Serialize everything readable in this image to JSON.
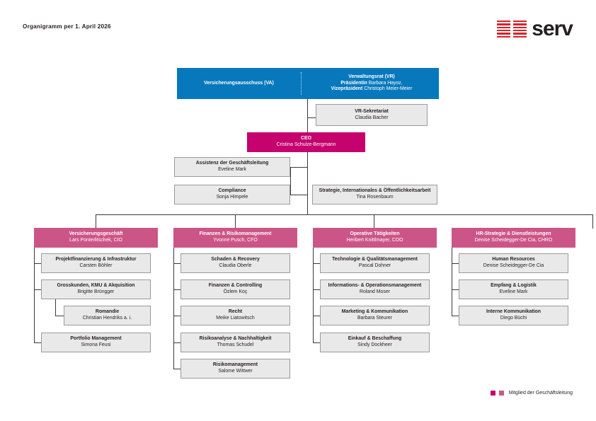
{
  "header": {
    "title": "Organigramm per 1. April 2026",
    "logo_word": "serv",
    "logo_icon": "serv-striped-mark"
  },
  "colors": {
    "blue": "#0878bd",
    "ceo_magenta": "#c6026e",
    "dept_pink": "#cc5588",
    "grey_box": "#e9e9e9",
    "logo_red": "#d8232a",
    "line": "#3a3a3a"
  },
  "board": {
    "committee": {
      "title": "Versicherungsausschuss (VA)"
    },
    "council": {
      "title": "Verwaltungsrat (VR)",
      "president_role": "Präsidentin",
      "president_name": "Barbara Hayoz,",
      "vice_role": "Vizepräsident",
      "vice_name": "Christoph Meier-Meier"
    },
    "secretariat": {
      "title": "VR-Sekretariat",
      "person": "Claudia Bacher"
    }
  },
  "ceo": {
    "title": "CEO",
    "person": "Cristina Schulze-Bergmann"
  },
  "staff": [
    {
      "title": "Assistenz der Geschäftsleitung",
      "person": "Eveline Mark"
    },
    {
      "title": "Compliance",
      "person": "Sonja Himpele"
    },
    {
      "title": "Strategie, Internationales & Öffentlichkeitsarbeit",
      "person": "Tina Rosenbaum"
    }
  ],
  "departments": [
    {
      "title": "Versicherungsgeschäft",
      "person": "Lars Ponterlitschek, CIO",
      "units": [
        {
          "title": "Projektfinanzierung & Infrastruktur",
          "person": "Carsten Böhler"
        },
        {
          "title": "Grosskunden, KMU & Akquisition",
          "person": "Brigitte Brüngger"
        },
        {
          "title": "Romandie",
          "person": "Christian Hendriks a. i."
        },
        {
          "title": "Portfolio Management",
          "person": "Simona Feusi"
        }
      ]
    },
    {
      "title": "Finanzen & Risikomanagement",
      "person": "Yvonne Pusch, CFO",
      "units": [
        {
          "title": "Schaden & Recovery",
          "person": "Claudia Oberle"
        },
        {
          "title": "Finanzen & Controlling",
          "person": "Özlem Koç"
        },
        {
          "title": "Recht",
          "person": "Meike Liatowitsch"
        },
        {
          "title": "Risikoanalyse & Nachhaltigkeit",
          "person": "Thomas Schudel"
        },
        {
          "title": "Risikomanagement",
          "person": "Salome Wittwer"
        }
      ]
    },
    {
      "title": "Operative Tätigkeiten",
      "person": "Heribert Knittlmayer, COO",
      "units": [
        {
          "title": "Technologie & Qualitätsmanagement",
          "person": "Pascal Dohner"
        },
        {
          "title": "Informations- & Operationsmanagement",
          "person": "Roland Moser"
        },
        {
          "title": "Marketing & Kommunikation",
          "person": "Barbara Steurer"
        },
        {
          "title": "Einkauf & Beschaffung",
          "person": "Sindy Dockheer"
        }
      ]
    },
    {
      "title": "HR-Strategie & Dienstleistungen",
      "person": "Denise Scheidegger-De Cia, CHRO",
      "units": [
        {
          "title": "Human Resources",
          "person": "Denise Scheidegger-De Cia"
        },
        {
          "title": "Empfang & Logistik",
          "person": "Eveline Mark"
        },
        {
          "title": "Interne Kommunikation",
          "person": "Diego Büchi"
        }
      ]
    }
  ],
  "legend": {
    "label": "Mitglied der Geschäftsleitung"
  }
}
